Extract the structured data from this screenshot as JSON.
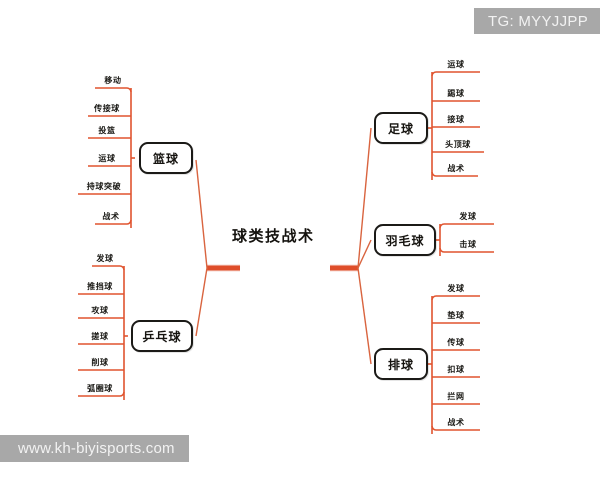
{
  "diagram": {
    "type": "mindmap",
    "root": {
      "label": "球类技战术"
    },
    "colors": {
      "spine": "#e2502c",
      "branch_line": "#d9643f",
      "leaf_line": "#e0542f",
      "node_border": "#1b1a17",
      "node_fill": "#ffffff",
      "text": "#15130f",
      "background": "#ffffff",
      "watermark_bg": "#a8a8a8",
      "watermark_text": "#f2f2f2"
    },
    "branches": [
      {
        "label": "篮球",
        "side": "left",
        "leaves": [
          "移动",
          "传接球",
          "投篮",
          "运球",
          "持球突破",
          "战术"
        ]
      },
      {
        "label": "乒乓球",
        "side": "left",
        "leaves": [
          "发球",
          "推挡球",
          "攻球",
          "搓球",
          "削球",
          "弧圈球"
        ]
      },
      {
        "label": "足球",
        "side": "right",
        "leaves": [
          "运球",
          "踢球",
          "接球",
          "头顶球",
          "战术"
        ]
      },
      {
        "label": "羽毛球",
        "side": "right",
        "leaves": [
          "发球",
          "击球"
        ]
      },
      {
        "label": "排球",
        "side": "right",
        "leaves": [
          "发球",
          "垫球",
          "传球",
          "扣球",
          "拦网",
          "战术"
        ]
      }
    ]
  },
  "watermarks": {
    "tag": "TG: MYYJJPP",
    "site": "www.kh-biyisports.com"
  }
}
